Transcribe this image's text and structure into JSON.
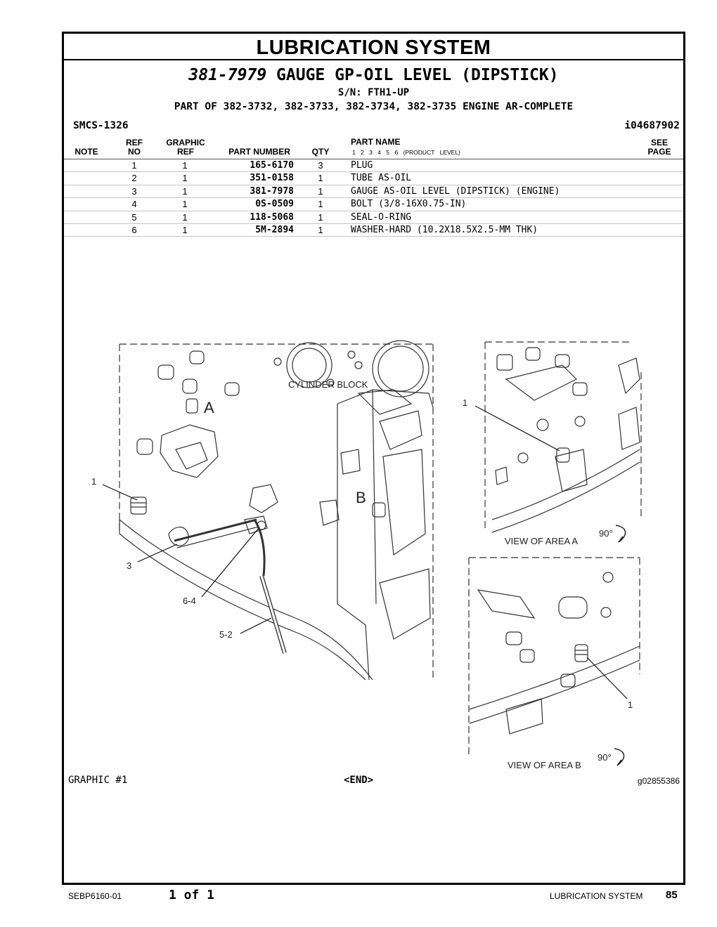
{
  "header": {
    "title": "LUBRICATION SYSTEM",
    "part_number": "381-7979",
    "part_title": "GAUGE GP-OIL LEVEL (DIPSTICK)",
    "serial": "S/N: FTH1-UP",
    "part_of": "PART OF 382-3732, 382-3733, 382-3734, 382-3735 ENGINE AR-COMPLETE",
    "smcs": "SMCS-1326",
    "doc_id": "i04687902"
  },
  "table": {
    "headers": {
      "note": "NOTE",
      "ref_top": "REF",
      "ref_bottom": "NO",
      "graphic_top": "GRAPHIC",
      "graphic_bottom": "REF",
      "part_number": "PART NUMBER",
      "qty": "QTY",
      "part_name": "PART NAME",
      "product_level": "1 2 3 4 5 6 (PRODUCT LEVEL)",
      "see_top": "SEE",
      "see_bottom": "PAGE"
    },
    "rows": [
      {
        "ref": "1",
        "graphic": "1",
        "part_number": "165-6170",
        "qty": "3",
        "name": "PLUG"
      },
      {
        "ref": "2",
        "graphic": "1",
        "part_number": "351-0158",
        "qty": "1",
        "name": "TUBE AS-OIL"
      },
      {
        "ref": "3",
        "graphic": "1",
        "part_number": "381-7978",
        "qty": "1",
        "name": "GAUGE AS-OIL LEVEL (DIPSTICK) (ENGINE)"
      },
      {
        "ref": "4",
        "graphic": "1",
        "part_number": "0S-0509",
        "qty": "1",
        "name": "BOLT (3/8-16X0.75-IN)"
      },
      {
        "ref": "5",
        "graphic": "1",
        "part_number": "118-5068",
        "qty": "1",
        "name": "SEAL-O-RING"
      },
      {
        "ref": "6",
        "graphic": "1",
        "part_number": "5M-2894",
        "qty": "1",
        "name": "WASHER-HARD (10.2X18.5X2.5-MM THK)"
      }
    ]
  },
  "illustration": {
    "label_cylinder_block": "CYLINDER BLOCK",
    "label_a": "A",
    "label_b": "B",
    "callout_1": "1",
    "callout_3": "3",
    "callout_64": "6-4",
    "callout_52": "5-2",
    "view_a": "VIEW OF AREA  A",
    "view_b": "VIEW OF AREA  B",
    "rotation": "90°",
    "graphic_id": "g02855386"
  },
  "footer": {
    "graphic_label": "GRAPHIC #1",
    "end_marker": "<END>"
  },
  "page": {
    "doc_code": "SEBP6160-01",
    "page_of": "1 of 1",
    "section": "LUBRICATION SYSTEM",
    "number": "85"
  }
}
